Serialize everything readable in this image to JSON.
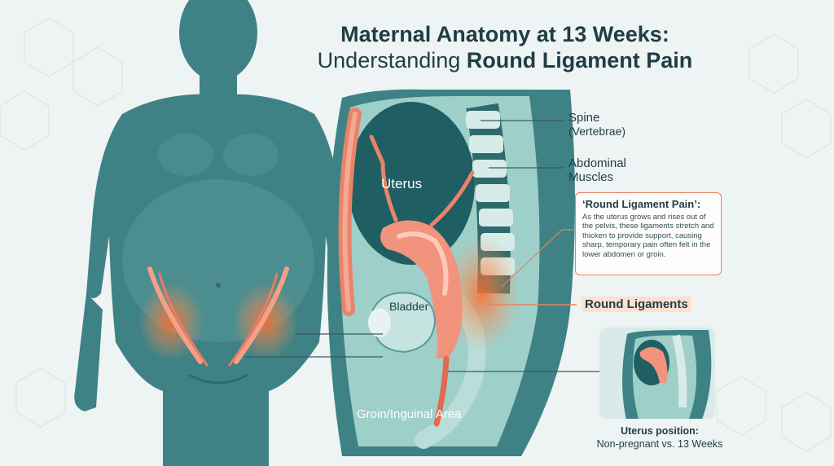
{
  "title": {
    "line1": "Maternal Anatomy at 13 Weeks:",
    "line2_prefix": "Understanding ",
    "line2_bold": "Round Ligament Pain"
  },
  "labels": {
    "spine": "Spine",
    "spine_sub": "(Vertebrae)",
    "abdominal_1": "Abdominal",
    "abdominal_2": "Muscles",
    "uterus": "Uterus",
    "bladder": "Bladder",
    "groin": "Groin/Inguinal Area",
    "round_ligaments": "Round Ligaments"
  },
  "callout": {
    "title": "‘Round Ligament Pain’:",
    "body": "As the uterus grows and rises out of the pelvis, these ligaments stretch and thicken to provide support, causing sharp, temporary pain often felt in the lower abdomen or groin."
  },
  "inset": {
    "caption_bold": "Uterus position:",
    "caption": "Non-pregnant vs. 13 Weeks"
  },
  "colors": {
    "body": "#3e8285",
    "body_light": "#5a9a9b",
    "uterus": "#f2937e",
    "pain": "#ff7a3d",
    "text": "#1f3d44"
  }
}
